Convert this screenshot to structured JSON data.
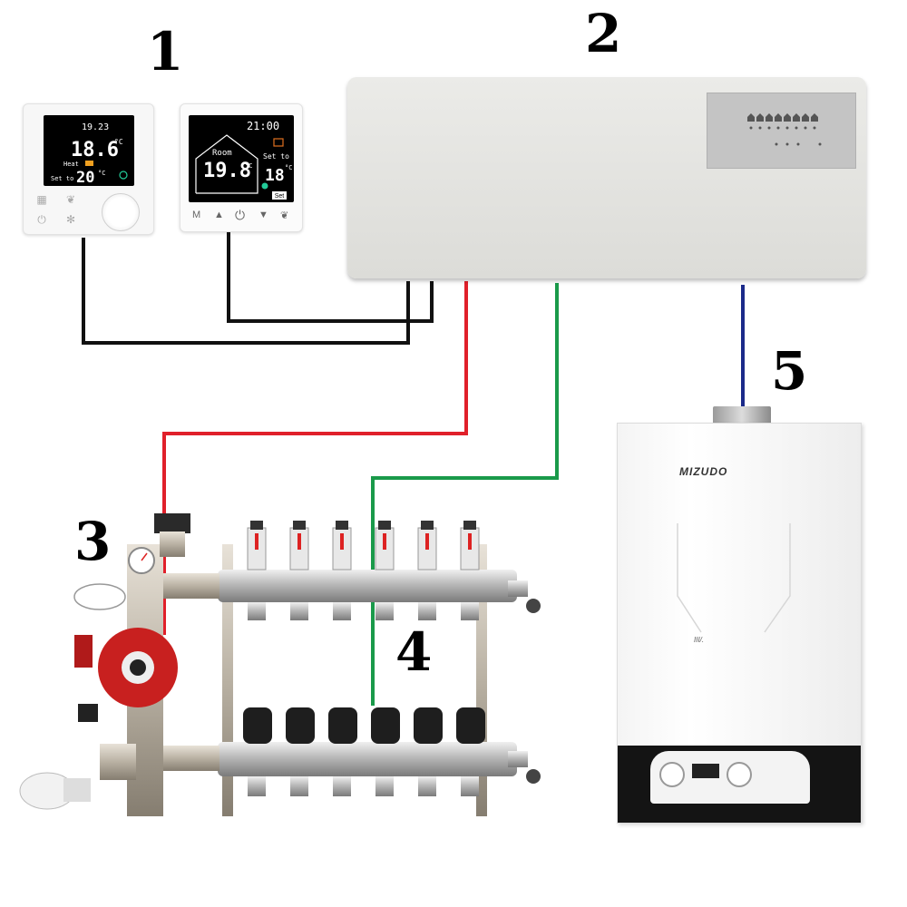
{
  "labels": {
    "thermostats": "1",
    "controller": "2",
    "pump_group": "3",
    "manifold": "4",
    "boiler": "5"
  },
  "thermostat_1": {
    "top_value": "19.23",
    "temperature": "18.6",
    "unit": "°C",
    "mode": "Heat",
    "set_label": "Set to",
    "set_value": "20",
    "set_unit": "°C"
  },
  "thermostat_2": {
    "time": "21:00",
    "room_label": "Room",
    "temperature": "19.8",
    "unit": "°C",
    "set_label": "Set to",
    "set_value": "18",
    "set_unit": "°C",
    "button_set": "Set",
    "button_m": "M"
  },
  "controller": {
    "zone_count": 8
  },
  "boiler": {
    "brand": "MIZUDO",
    "badge": "III/."
  },
  "wire_colors": {
    "thermostat": "#111111",
    "pump": "#e0202a",
    "actuator": "#1a9a4a",
    "boiler": "#1b2a8a"
  }
}
